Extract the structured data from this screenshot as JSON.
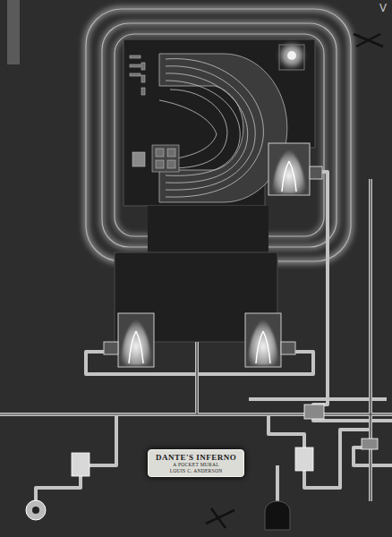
{
  "diagram": {
    "nodes": [
      {
        "text": [
          "DANTE'S INFERNO",
          "A POCKET MURAL",
          "LOUIS C. ANDERSON"
        ]
      }
    ],
    "labels": [
      "V"
    ]
  }
}
